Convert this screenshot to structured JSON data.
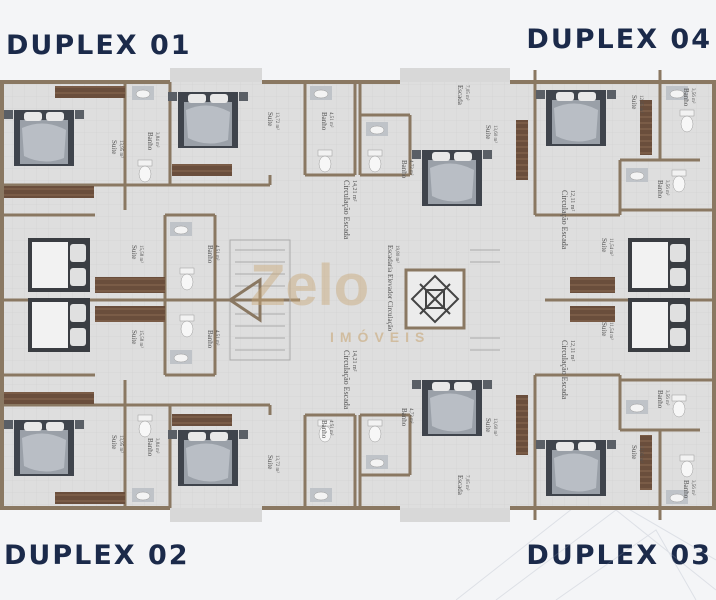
{
  "titles": {
    "duplex_01": "DUPLEX 01",
    "duplex_02": "DUPLEX 02",
    "duplex_03": "DUPLEX 03",
    "duplex_04": "DUPLEX 04"
  },
  "watermark": {
    "brand": "Zelo",
    "sub": "IMÓVEIS"
  },
  "rooms": {
    "suite": "Suíte",
    "banho": "Banho",
    "escada": "Escada",
    "circulacao_escada": "Circulação Escada",
    "circulacao_central": "Escadaria Elevador Circulação",
    "area_suite_a": "13,95 m²",
    "area_suite_b": "13,72 m²",
    "area_suite_c": "15,58 m²",
    "area_suite_d": "13,60 m²",
    "area_suite_e": "12,95 m²",
    "area_suite_f": "11,54 m²",
    "area_banho_a": "3,84 m²",
    "area_banho_b": "4,51 m²",
    "area_banho_c": "4,72 m²",
    "area_banho_d": "3,56 m²",
    "area_circ_a": "14,21 m²",
    "area_circ_b": "12,11 m²",
    "area_escada": "7,05 m²",
    "area_central": "19,80 m²"
  },
  "colors": {
    "wall": "#8a7862",
    "floor": "#dfdfdf",
    "bed": "#4a4f57",
    "title": "#1b2a4a"
  }
}
